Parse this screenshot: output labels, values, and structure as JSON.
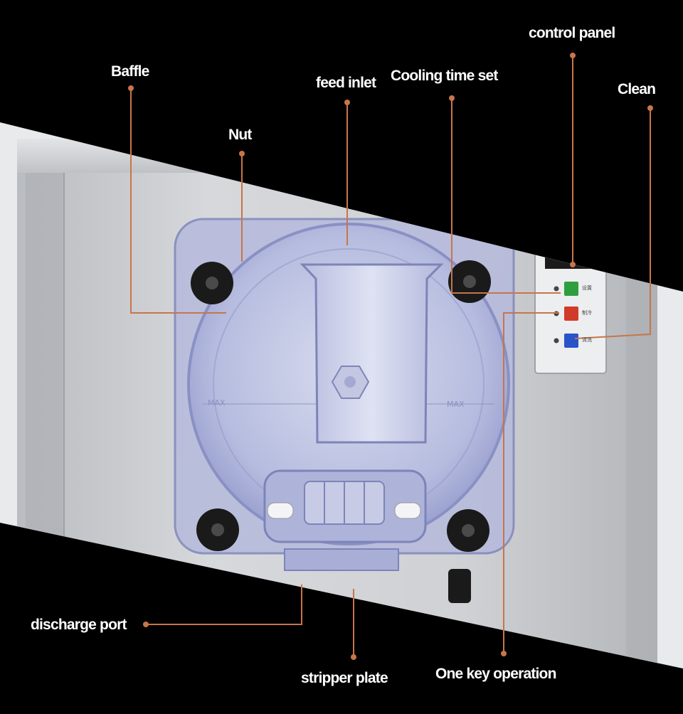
{
  "callouts": {
    "control_panel": "control panel",
    "baffle": "Baffle",
    "feed_inlet": "feed inlet",
    "cooling_time_set": "Cooling time set",
    "clean": "Clean",
    "nut": "Nut",
    "discharge_port": "discharge port",
    "stripper_plate": "stripper plate",
    "one_key_operation": "One key operation"
  },
  "panel": {
    "button_set_label": "设置",
    "button_cool_label": "制冷",
    "button_clean_label": "清洗"
  },
  "hopper": {
    "max_left": "MAX",
    "max_right": "MAX"
  },
  "colors": {
    "leader_line": "#c8754a",
    "background": "#000000",
    "steel": "#c9cbce",
    "acrylic": "#aab0d8",
    "knob": "#1a1a1a",
    "button_set": "#2f9e3e",
    "button_cool": "#d23a2a",
    "button_clean": "#2a55c8"
  }
}
